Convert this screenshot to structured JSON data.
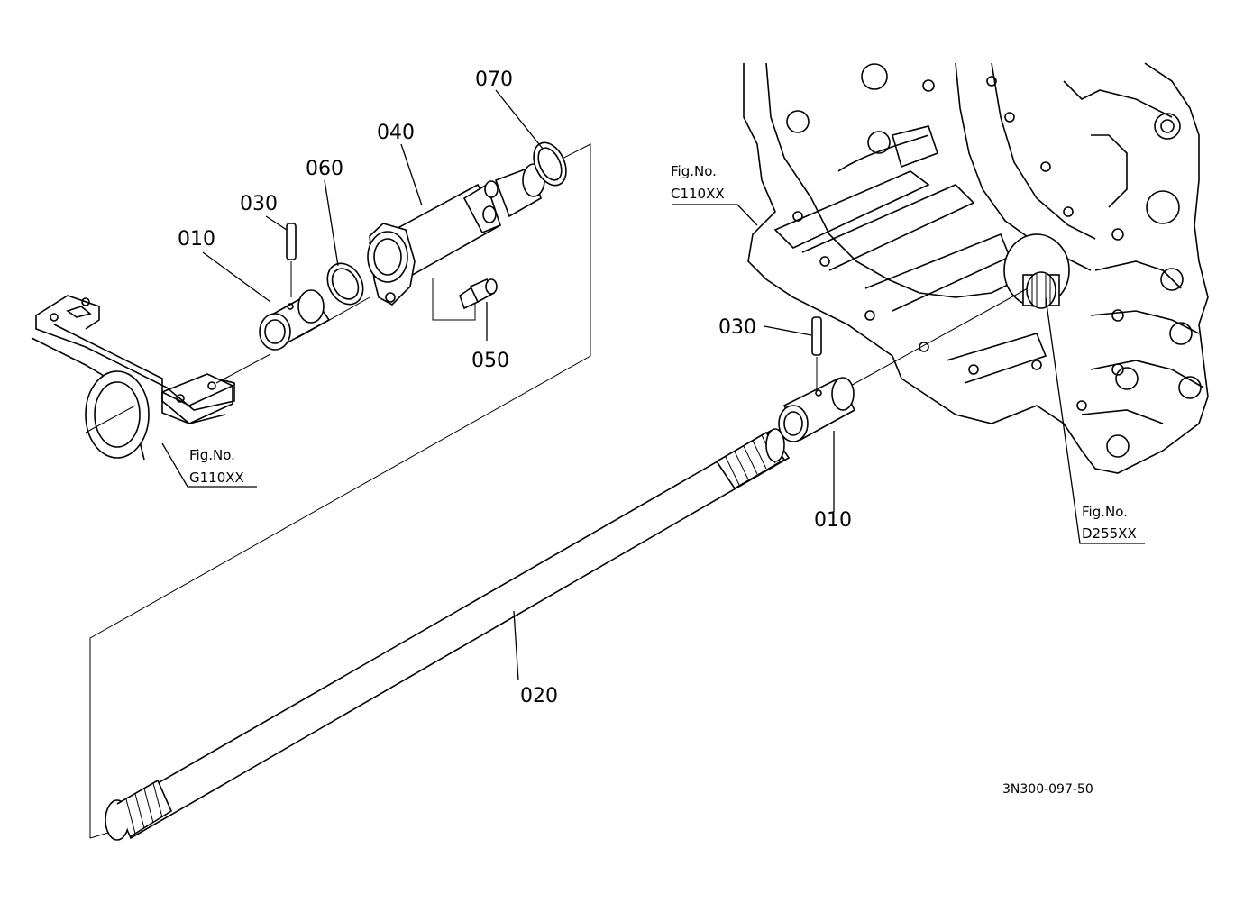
{
  "diagram": {
    "drawing_code": "3N300-097-50",
    "callouts": {
      "p010_left": "010",
      "p010_right": "010",
      "p020": "020",
      "p030_left": "030",
      "p030_right": "030",
      "p040": "040",
      "p050": "050",
      "p060": "060",
      "p070": "070"
    },
    "figure_refs": {
      "c110": {
        "prefix": "Fig.No.",
        "code": "C110XX"
      },
      "g110": {
        "prefix": "Fig.No.",
        "code": "G110XX"
      },
      "d255": {
        "prefix": "Fig.No.",
        "code": "D255XX"
      }
    }
  }
}
